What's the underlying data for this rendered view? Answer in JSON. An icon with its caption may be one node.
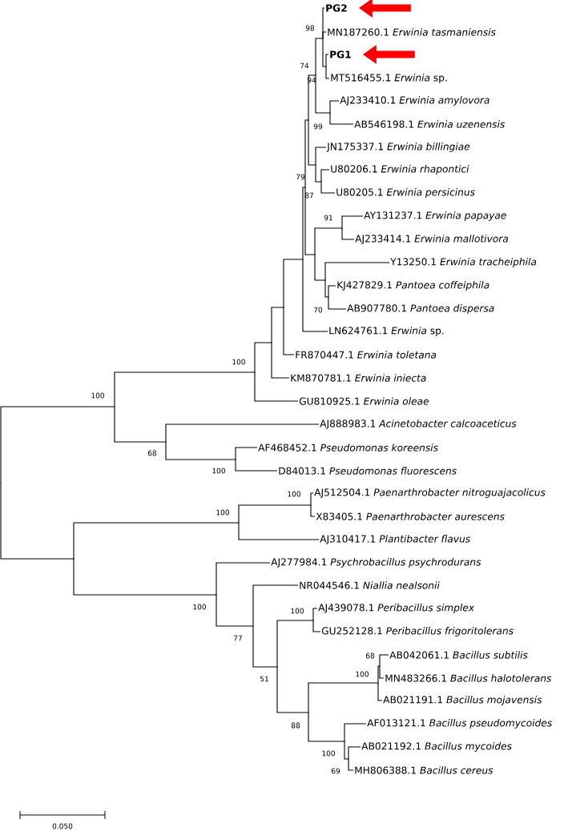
{
  "diagram": {
    "nodes": [
      {
        "text": [
          "PG2"
        ]
      },
      {
        "text": [
          "MN187260.1 *Erwinia tasmaniensis*"
        ]
      },
      {
        "text": [
          "PG1"
        ]
      },
      {
        "text": [
          "MT516455.1 *Erwinia* sp."
        ]
      },
      {
        "text": [
          "AJ233410.1 *Erwinia amylovora*"
        ]
      },
      {
        "text": [
          "AB546198.1 *Erwinia uzenensis*"
        ]
      },
      {
        "text": [
          "JN175337.1 *Erwinia billingiae*"
        ]
      },
      {
        "text": [
          "U80206.1 *Erwinia rhapontici*"
        ]
      },
      {
        "text": [
          "U80205.1 *Erwinia persicinus*"
        ]
      },
      {
        "text": [
          "AY131237.1 *Erwinia papayae*"
        ]
      },
      {
        "text": [
          "AJ233414.1 *Erwinia mallotivora*"
        ]
      },
      {
        "text": [
          "Y13250.1 *Erwinia tracheiphila*"
        ]
      },
      {
        "text": [
          "KJ427829.1 *Pantoea coffeiphila*"
        ]
      },
      {
        "text": [
          "AB907780.1 *Pantoea dispersa*"
        ]
      },
      {
        "text": [
          "LN624761.1 *Erwinia* sp."
        ]
      },
      {
        "text": [
          "FR870447.1 *Erwinia toletana*"
        ]
      },
      {
        "text": [
          "KM870781.1 *Erwinia iniecta*"
        ]
      },
      {
        "text": [
          "GU810925.1 *Erwinia oleae*"
        ]
      },
      {
        "text": [
          "AJ888983.1 *Acinetobacter calcoaceticus*"
        ]
      },
      {
        "text": [
          "AF468452.1 *Pseudomonas koreensis*"
        ]
      },
      {
        "text": [
          "D84013.1 *Pseudomonas fluorescens*"
        ]
      },
      {
        "text": [
          "AJ512504.1 *Paenarthrobacter nitroguajacolicus*"
        ]
      },
      {
        "text": [
          "X83405.1 *Paenarthrobacter aurescens*"
        ]
      },
      {
        "text": [
          "AJ310417.1 *Plantibacter flavus*"
        ]
      },
      {
        "text": [
          "AJ277984.1 *Psychrobacillus psychrodurans*"
        ]
      },
      {
        "text": [
          "NR044546.1 *Niallia nealsonii*"
        ]
      },
      {
        "text": [
          "AJ439078.1 *Peribacillus simplex*"
        ]
      },
      {
        "text": [
          "GU252128.1 *Peribacillus frigoritolerans*"
        ]
      },
      {
        "text": [
          "AB042061.1 *Bacillus subtilis*"
        ]
      },
      {
        "text": [
          "MN483266.1 *Bacillus halotolerans*"
        ]
      },
      {
        "text": [
          "AB021191.1 *Bacillus mojavensis*"
        ]
      },
      {
        "text": [
          "AF013121.1 *Bacillus pseudomycoides*"
        ]
      },
      {
        "text": [
          "AB021192.1 *Bacillus mycoides*"
        ]
      },
      {
        "text": [
          "MH806388.1 *Bacillus cereus*"
        ]
      },
      {
        "text": [],
        "shape": "point"
      },
      {
        "text": [],
        "shape": "point",
        "beside": [
          "100"
        ]
      },
      {
        "text": [],
        "shape": "point",
        "beside": [
          "100"
        ]
      },
      {
        "text": [],
        "shape": "point"
      },
      {
        "text": [],
        "shape": "point"
      },
      {
        "text": [],
        "shape": "point"
      },
      {
        "text": [],
        "shape": "point",
        "beside": [
          "79"
        ]
      },
      {
        "text": [],
        "shape": "point"
      },
      {
        "text": [],
        "shape": "point",
        "beside": [
          "74"
        ]
      },
      {
        "text": [],
        "shape": "point",
        "beside": [
          "98"
        ]
      },
      {
        "text": [],
        "shape": "point"
      },
      {
        "text": [],
        "shape": "point"
      },
      {
        "text": [],
        "shape": "point"
      },
      {
        "text": [],
        "shape": "point"
      },
      {
        "text": [],
        "shape": "point"
      },
      {
        "text": [],
        "shape": "point",
        "beside": [
          "91"
        ]
      },
      {
        "text": [],
        "shape": "point"
      },
      {
        "text": [],
        "shape": "point",
        "beside": [
          "70"
        ]
      },
      {
        "text": [],
        "shape": "point",
        "beside": [
          "68"
        ]
      },
      {
        "text": [],
        "shape": "point",
        "beside": [
          "100"
        ]
      },
      {
        "text": [],
        "shape": "point"
      },
      {
        "text": [],
        "shape": "point",
        "beside": [
          "100"
        ]
      },
      {
        "text": [],
        "shape": "point",
        "beside": [
          "100"
        ]
      },
      {
        "text": [],
        "shape": "point",
        "beside": [
          "100"
        ]
      },
      {
        "text": [],
        "shape": "point",
        "beside": [
          "77"
        ]
      },
      {
        "text": [],
        "shape": "point",
        "beside": [
          "51"
        ]
      },
      {
        "text": [],
        "shape": "point",
        "beside": [
          "100"
        ]
      },
      {
        "text": [],
        "shape": "point",
        "beside": [
          "88"
        ]
      },
      {
        "text": [],
        "shape": "point",
        "beside": [
          "100"
        ]
      },
      {
        "text": [],
        "shape": "point",
        "beside": [
          "68"
        ]
      },
      {
        "text": [],
        "shape": "point",
        "beside": [
          "100"
        ]
      },
      {
        "text": [],
        "shape": "point",
        "beside": [
          "69"
        ]
      }
    ],
    "edges": [
      {
        "from": 34,
        "to": 35,
        "arrow": "none"
      },
      {
        "from": 34,
        "to": 54,
        "arrow": "none"
      },
      {
        "from": 35,
        "to": 36,
        "arrow": "none"
      },
      {
        "from": 35,
        "to": 52,
        "arrow": "none"
      },
      {
        "from": 36,
        "to": 37,
        "arrow": "none"
      },
      {
        "from": 36,
        "to": 17,
        "arrow": "none"
      },
      {
        "from": 37,
        "to": 38,
        "arrow": "none"
      },
      {
        "from": 37,
        "to": 16,
        "arrow": "none"
      },
      {
        "from": 38,
        "to": 39,
        "arrow": "none"
      },
      {
        "from": 38,
        "to": 15,
        "arrow": "none"
      },
      {
        "from": 39,
        "to": 40,
        "arrow": "none"
      },
      {
        "from": 39,
        "to": 14,
        "arrow": "none"
      },
      {
        "from": 40,
        "to": 41,
        "arrow": "none"
      },
      {
        "from": 40,
        "to": 48,
        "arrow": "none"
      },
      {
        "from": 41,
        "to": 42,
        "arrow": "none"
      },
      {
        "from": 41,
        "to": 46,
        "arrow": "none"
      },
      {
        "from": 42,
        "to": 43,
        "arrow": "none"
      },
      {
        "from": 42,
        "to": 45,
        "arrow": "none"
      },
      {
        "from": 43,
        "to": 0,
        "arrow": "none"
      },
      {
        "from": 43,
        "to": 1,
        "arrow": "none"
      },
      {
        "from": 43,
        "to": 44,
        "arrow": "none"
      },
      {
        "from": 44,
        "to": 2,
        "arrow": "none"
      },
      {
        "from": 44,
        "to": 3,
        "arrow": "none"
      },
      {
        "from": 45,
        "to": 4,
        "arrow": "none"
      },
      {
        "from": 45,
        "to": 5,
        "arrow": "none"
      },
      {
        "from": 46,
        "to": 6,
        "arrow": "none"
      },
      {
        "from": 46,
        "to": 47,
        "arrow": "none"
      },
      {
        "from": 47,
        "to": 7,
        "arrow": "none"
      },
      {
        "from": 47,
        "to": 8,
        "arrow": "none"
      },
      {
        "from": 48,
        "to": 49,
        "arrow": "none"
      },
      {
        "from": 48,
        "to": 50,
        "arrow": "none"
      },
      {
        "from": 49,
        "to": 9,
        "arrow": "none"
      },
      {
        "from": 49,
        "to": 10,
        "arrow": "none"
      },
      {
        "from": 50,
        "to": 11,
        "arrow": "none"
      },
      {
        "from": 50,
        "to": 51,
        "arrow": "none"
      },
      {
        "from": 51,
        "to": 12,
        "arrow": "none"
      },
      {
        "from": 51,
        "to": 13,
        "arrow": "none"
      },
      {
        "from": 52,
        "to": 18,
        "arrow": "none"
      },
      {
        "from": 52,
        "to": 53,
        "arrow": "none"
      },
      {
        "from": 53,
        "to": 19,
        "arrow": "none"
      },
      {
        "from": 53,
        "to": 20,
        "arrow": "none"
      },
      {
        "from": 54,
        "to": 55,
        "arrow": "none"
      },
      {
        "from": 54,
        "to": 57,
        "arrow": "none"
      },
      {
        "from": 55,
        "to": 56,
        "arrow": "none"
      },
      {
        "from": 55,
        "to": 23,
        "arrow": "none"
      },
      {
        "from": 56,
        "to": 21,
        "arrow": "none"
      },
      {
        "from": 56,
        "to": 22,
        "arrow": "none"
      },
      {
        "from": 57,
        "to": 24,
        "arrow": "none"
      },
      {
        "from": 57,
        "to": 58,
        "arrow": "none"
      },
      {
        "from": 58,
        "to": 25,
        "arrow": "none"
      },
      {
        "from": 58,
        "to": 59,
        "arrow": "none"
      },
      {
        "from": 59,
        "to": 60,
        "arrow": "none"
      },
      {
        "from": 59,
        "to": 61,
        "arrow": "none"
      },
      {
        "from": 60,
        "to": 26,
        "arrow": "none"
      },
      {
        "from": 60,
        "to": 27,
        "arrow": "none"
      },
      {
        "from": 61,
        "to": 62,
        "arrow": "none"
      },
      {
        "from": 61,
        "to": 64,
        "arrow": "none"
      },
      {
        "from": 62,
        "to": 63,
        "arrow": "none"
      },
      {
        "from": 62,
        "to": 30,
        "arrow": "none"
      },
      {
        "from": 63,
        "to": 28,
        "arrow": "none"
      },
      {
        "from": 63,
        "to": 29,
        "arrow": "none"
      },
      {
        "from": 64,
        "to": 31,
        "arrow": "none"
      },
      {
        "from": 64,
        "to": 65,
        "arrow": "none"
      },
      {
        "from": 65,
        "to": 32,
        "arrow": "none"
      },
      {
        "from": 65,
        "to": 33,
        "arrow": "none"
      },
      {
        "from": null,
        "to": 0,
        "arrow": "to",
        "style": "thick",
        "color": "#ff0000"
      },
      {
        "from": null,
        "to": 2,
        "arrow": "to",
        "style": "thick",
        "color": "#ff0000"
      }
    ],
    "labels": [
      "94",
      "99",
      "87",
      "0.050"
    ]
  }
}
